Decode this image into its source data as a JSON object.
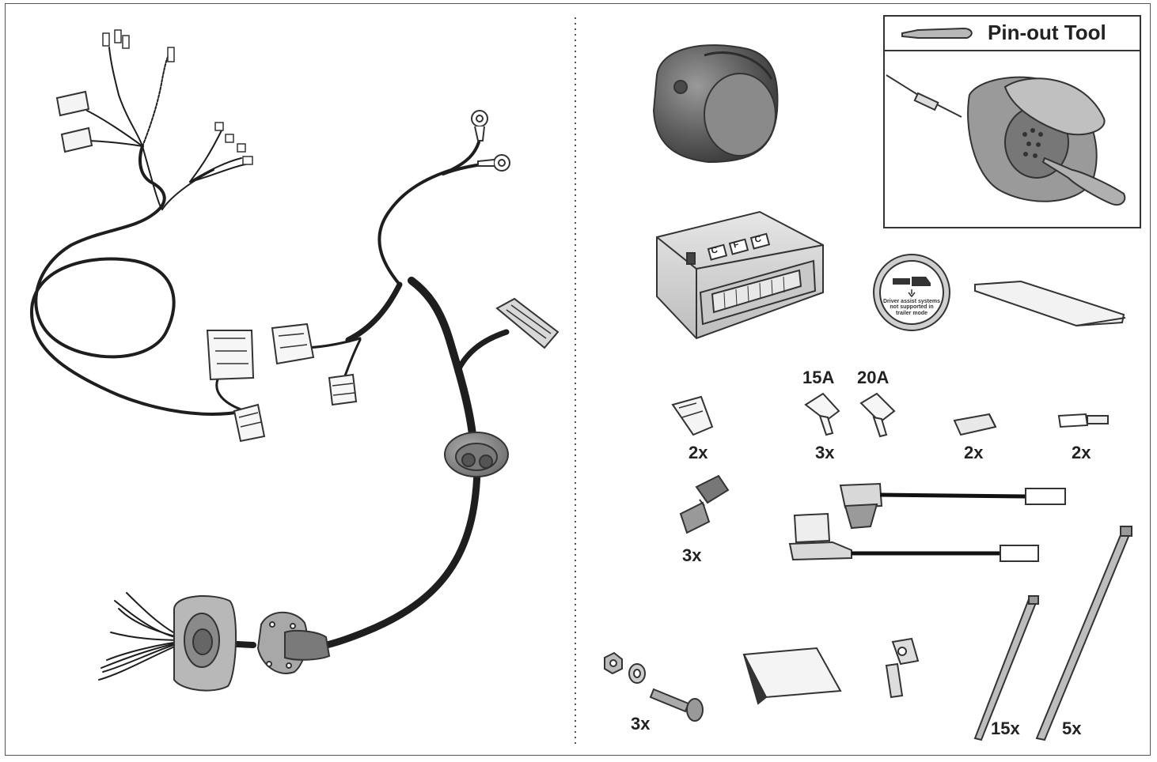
{
  "pinout_tool": {
    "title": "Pin-out Tool"
  },
  "sticker": {
    "line1": "Driver assist systems",
    "line2": "not supported in",
    "line3": "trailer mode"
  },
  "module_logo": [
    "C",
    "F",
    "C"
  ],
  "quantities": {
    "fuse_clip": "2x",
    "fuse_15a_label": "15A",
    "fuse_20a_label": "20A",
    "fuses": "3x",
    "butt_connector": "2x",
    "blade_terminal": "2x",
    "wire_tap": "3x",
    "bolt_set": "3x",
    "cable_tie_small": "15x",
    "cable_tie_large": "5x"
  }
}
